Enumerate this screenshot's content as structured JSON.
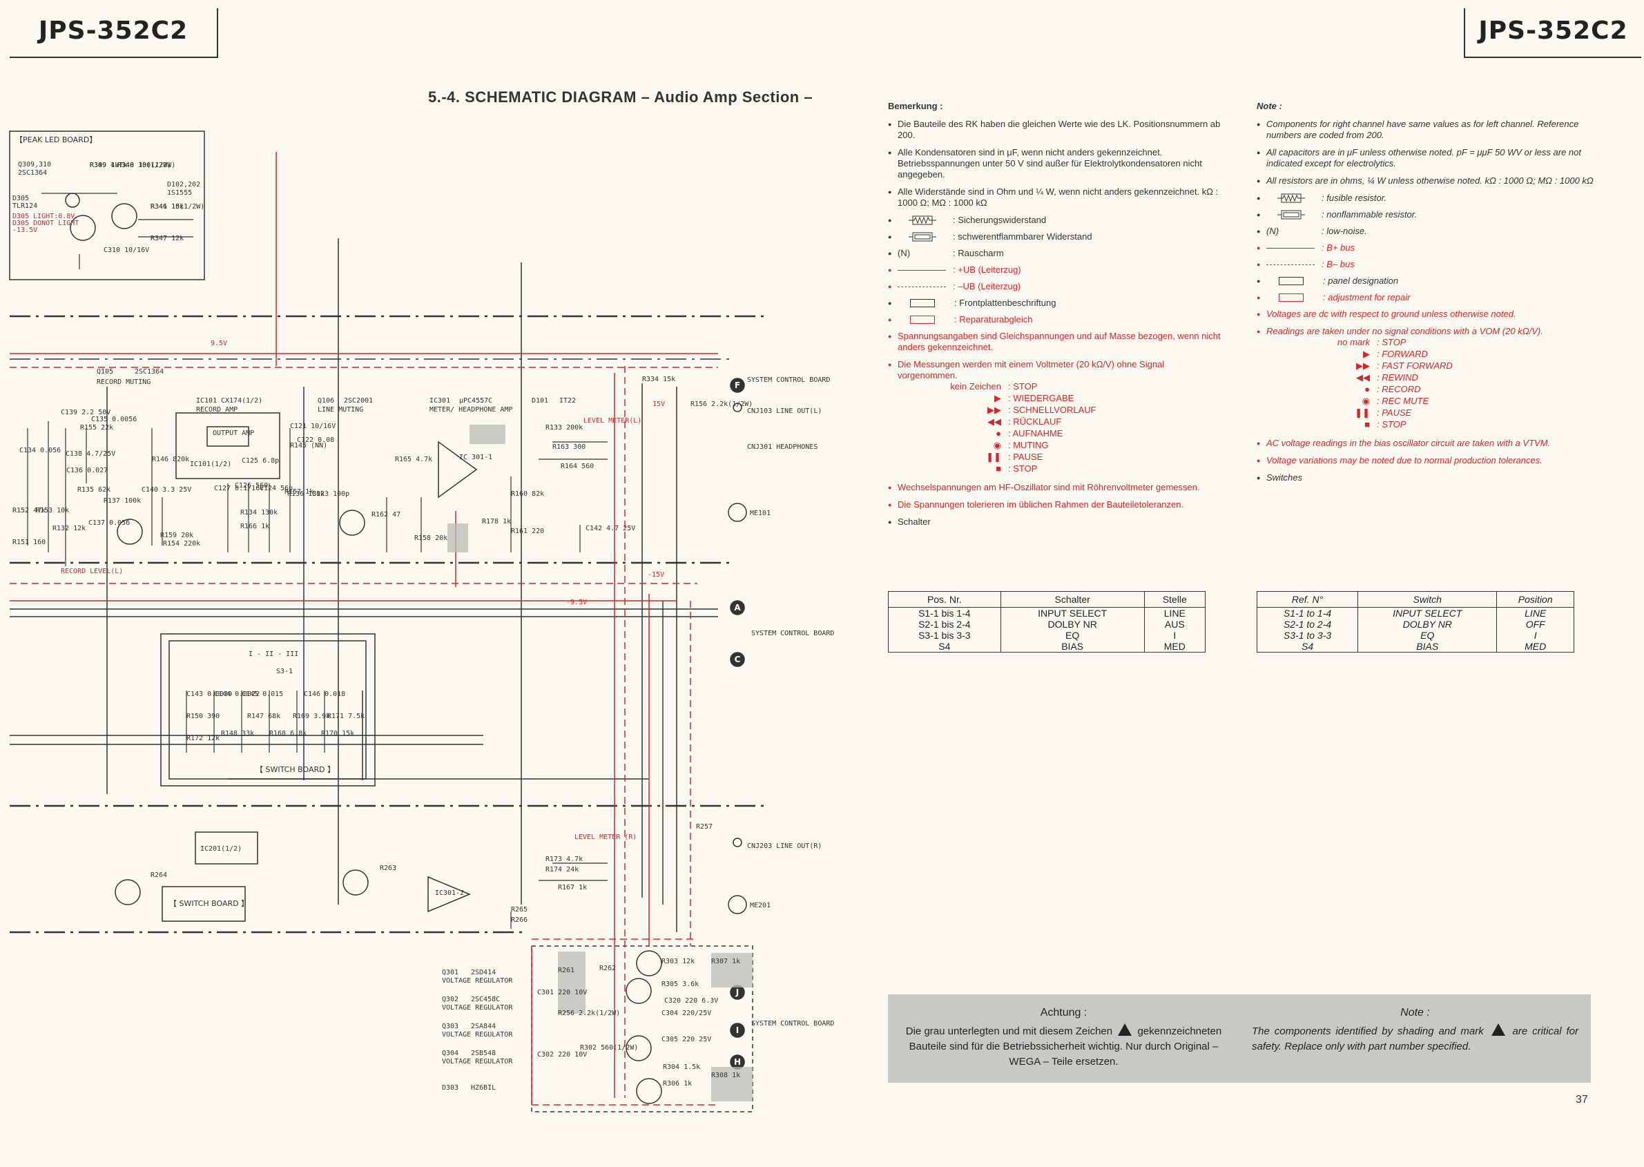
{
  "header": {
    "model_left": "JPS-352C2",
    "model_right": "JPS-352C2",
    "title": "5.-4.  SCHEMATIC DIAGRAM – Audio Amp Section –"
  },
  "schematic": {
    "boards": {
      "peak_led": "【PEAK LED BOARD】",
      "switch_board_top": "【 SWITCH BOARD 】",
      "switch_board_bottom": "【 SWITCH BOARD 】"
    },
    "components": [
      {
        "ref": "Q309,310",
        "part": "2SC1364"
      },
      {
        "ref": "D305",
        "part": "TLR124"
      },
      {
        "ref": "D102,202",
        "part": "1S1555"
      },
      {
        "ref": "Q105",
        "part": "2SC1364",
        "desc": "RECORD MUTING"
      },
      {
        "ref": "IC101",
        "part": "CX174(1/2)",
        "desc": "RECORD AMP"
      },
      {
        "ref": "Q106",
        "part": "2SC2001",
        "desc": "LINE MUTING"
      },
      {
        "ref": "IC301",
        "part": "μPC4557C",
        "desc": "METER/ HEADPHONE AMP"
      },
      {
        "ref": "D101",
        "part": "IT22"
      },
      {
        "ref": "Q301",
        "part": "2SD414",
        "desc": "VOLTAGE REGULATOR"
      },
      {
        "ref": "Q302",
        "part": "2SC458C",
        "desc": "VOLTAGE REGULATOR"
      },
      {
        "ref": "Q303",
        "part": "2SA844",
        "desc": "VOLTAGE REGULATOR"
      },
      {
        "ref": "Q304",
        "part": "2SB548",
        "desc": "VOLTAGE REGULATOR"
      },
      {
        "ref": "D303",
        "part": "HZ6BIL"
      }
    ],
    "red_notes": [
      "D305 LIGHT:0.8V",
      "D305 DONOT LIGHT",
      "-13.5V"
    ],
    "connectors": {
      "f": "F",
      "a": "A",
      "c": "C",
      "j": "J",
      "i": "I",
      "h": "H"
    },
    "connector_labels": {
      "sys1": "SYSTEM CONTROL BOARD",
      "sys2": "SYSTEM CONTROL BOARD",
      "sys3": "SYSTEM CONTROL BOARD"
    },
    "jacks": {
      "line_out_l": "CNJ103 LINE OUT(L)",
      "headphones": "CNJ301 HEADPHONES",
      "line_out_r": "CNJ203 LINE OUT(R)",
      "me101": "ME101",
      "me201": "ME201"
    },
    "misc": {
      "output_amp": "OUTPUT AMP",
      "ic101_label": "IC101(1/2)",
      "ic201": "IC201(1/2)",
      "ic301_1": "IC 301-1",
      "ic301_2": "IC301-2",
      "level_meter_l": "LEVEL METER(L)",
      "level_meter_r": "LEVEL METER (R)",
      "record_level": "RECORD LEVEL(L)",
      "s3_1": "S3-1",
      "sw_pos": "I - II - III",
      "v95": "9.5V",
      "v15": "15V",
      "vm15": "-15V",
      "vm95": "-9.5V"
    },
    "resistors": [
      "R349 4.7k",
      "R348 330(1/2W)",
      "R346 15k",
      "R347 12k",
      "R334 15k",
      "R156 2.2k(1/2W)",
      "R155 22k",
      "R146 820k",
      "R145 (NN)",
      "R133 200k",
      "R163 300",
      "R164 560",
      "R165 4.7k",
      "R178 1k",
      "R160 82k",
      "R161 220",
      "R162 47",
      "R158 20k",
      "R159 20k",
      "R166 1k",
      "R154 220k",
      "R157 1k",
      "R134 130k",
      "R136 130k",
      "R137 100k",
      "R135 62k",
      "R132 12k",
      "R153 10k",
      "R152 47k",
      "R151 160",
      "R150 390",
      "R148 33k",
      "R147 68k",
      "R168 6.8k",
      "R169 3.9k",
      "R170 15k",
      "R171 7.5k",
      "R172 12k",
      "R173 4.7k",
      "R174 24k",
      "R167 1k",
      "R263",
      "R264",
      "R265",
      "R266",
      "R257",
      "R261",
      "R262",
      "R256 2.2k(1/2W)",
      "R302 560(1/2W)",
      "R305 3.6k",
      "R303 12k",
      "R304 1.5k",
      "R306 1k",
      "R307 1k",
      "R308 1k",
      "R309 1k",
      "R340 10(1/2W)",
      "R341 10(1/2W)"
    ],
    "capacitors": [
      "C310 10/16V",
      "C139 2.2 50V",
      "C135 0.0056",
      "C134 0.056",
      "C138 4.7/25V",
      "C136 0.027",
      "C140 3.3 25V",
      "C137 0.056",
      "C127 0.1/16V",
      "C126 560",
      "C125 6.8p",
      "C124 56p",
      "C123 100p",
      "C122 0.08",
      "C121 10/16V",
      "C143 0.0039",
      "C144 0.0022",
      "C145 0.015",
      "C146 0.018",
      "C142 4.7 25V",
      "C301 220 10V",
      "C302 220 10V",
      "C304 220/25V",
      "C305 220 25V",
      "C320 220 6.3V"
    ]
  },
  "notes_de": {
    "heading": "Bemerkung :",
    "items": [
      "Die Bauteile des RK haben die gleichen Werte wie des LK. Positionsnummern ab 200.",
      "Alle Kondensatoren sind in μF, wenn nicht anders gekennzeichnet. Betriebsspannungen unter 50 V sind außer für Elektrolytkondensatoren nicht angegeben.",
      "Alle Widerstände sind in Ohm und ¼ W, wenn nicht anders gekennzeichnet. kΩ : 1000 Ω; MΩ : 1000 kΩ"
    ],
    "sym_fuse": ": Sicherungswiderstand",
    "sym_nfr": ": schwerentflammbarer Widerstand",
    "sym_n_key": "(N)",
    "sym_n": ": Rauscharm",
    "sym_bplus": ": +UB (Leiterzug)",
    "sym_bminus": ": –UB (Leiterzug)",
    "sym_panel": ": Frontplattenbeschriftung",
    "sym_adjust": ": Reparaturabgleich",
    "red1": "Spannungsangaben sind Gleichspannungen und auf Masse bezogen, wenn nicht anders gekennzeichnet.",
    "red2": "Die Messungen werden mit einem Voltmeter (20 kΩ/V) ohne Signal vorgenommen.",
    "modes": [
      {
        "k": "kein Zeichen",
        "v": ": STOP"
      },
      {
        "k": "▶",
        "v": ": WIEDERGABE"
      },
      {
        "k": "▶▶",
        "v": ": SCHNELLVORLAUF"
      },
      {
        "k": "◀◀",
        "v": ": RÜCKLAUF"
      },
      {
        "k": "●",
        "v": ": AUFNAHME"
      },
      {
        "k": "◉",
        "v": ": MUTING"
      },
      {
        "k": "❚❚",
        "v": ": PAUSE"
      },
      {
        "k": "■",
        "v": ": STOP"
      }
    ],
    "red3": "Wechselspannungen am HF-Oszillator sind mit Röhrenvoltmeter gemessen.",
    "red4": "Die Spannungen tolerieren im üblichen Rahmen der Bauteiletoleranzen.",
    "last": "Schalter",
    "table": {
      "headers": [
        "Pos. Nr.",
        "Schalter",
        "Stelle"
      ],
      "rows": [
        [
          "S1-1 bis 1-4",
          "INPUT SELECT",
          "LINE"
        ],
        [
          "S2-1 bis 2-4",
          "DOLBY NR",
          "AUS"
        ],
        [
          "S3-1 bis 3-3",
          "EQ",
          "I"
        ],
        [
          "S4",
          "BIAS",
          "MED"
        ]
      ]
    }
  },
  "notes_en": {
    "heading": "Note :",
    "items": [
      "Components for right channel have same values as for left channel. Reference numbers are coded from 200.",
      "All capacitors are in μF unless otherwise noted. pF = μμF 50 WV or less are not indicated except for electrolytics.",
      "All resistors are in ohms, ¼ W unless otherwise noted. kΩ : 1000 Ω; MΩ : 1000 kΩ"
    ],
    "sym_fuse": ": fusible resistor.",
    "sym_nfr": ": nonflammable resistor.",
    "sym_n_key": "(N)",
    "sym_n": ": low-noise.",
    "sym_bplus": ": B+ bus",
    "sym_bminus": ": B– bus",
    "sym_panel": ": panel designation",
    "sym_adjust": ": adjustment for repair",
    "red1": "Voltages are dc with respect to ground unless otherwise noted.",
    "red2": "Readings are taken under no signal conditions with a VOM (20 kΩ/V).",
    "modes": [
      {
        "k": "no mark",
        "v": ": STOP"
      },
      {
        "k": "▶",
        "v": ": FORWARD"
      },
      {
        "k": "▶▶",
        "v": ": FAST FORWARD"
      },
      {
        "k": "◀◀",
        "v": ": REWIND"
      },
      {
        "k": "●",
        "v": ": RECORD"
      },
      {
        "k": "◉",
        "v": ": REC MUTE"
      },
      {
        "k": "❚❚",
        "v": ": PAUSE"
      },
      {
        "k": "■",
        "v": ": STOP"
      }
    ],
    "red3": "AC voltage readings in the bias oscillator circuit are taken with a VTVM.",
    "red4": "Voltage variations may be noted due to normal production tolerances.",
    "last": "Switches",
    "table": {
      "headers": [
        "Ref. N°",
        "Switch",
        "Position"
      ],
      "rows": [
        [
          "S1-1 to 1-4",
          "INPUT SELECT",
          "LINE"
        ],
        [
          "S2-1 to 2-4",
          "DOLBY NR",
          "OFF"
        ],
        [
          "S3-1 to 3-3",
          "EQ",
          "I"
        ],
        [
          "S4",
          "BIAS",
          "MED"
        ]
      ]
    }
  },
  "warning": {
    "de_head": "Achtung :",
    "de_pre": "Die grau unterlegten und mit diesem Zeichen",
    "de_post": "gekennzeichneten Bauteile sind für die Betriebssicherheit wichtig. Nur durch Original – WEGA – Teile ersetzen.",
    "en_head": "Note :",
    "en_pre": "The components identified by shading and mark",
    "en_post": "are critical for safety. Replace only with part number specified."
  },
  "page_number": "37",
  "colors": {
    "red": "#d02828",
    "ink": "#333333",
    "paper": "#faf8f0",
    "shade": "#c8c8c4"
  }
}
